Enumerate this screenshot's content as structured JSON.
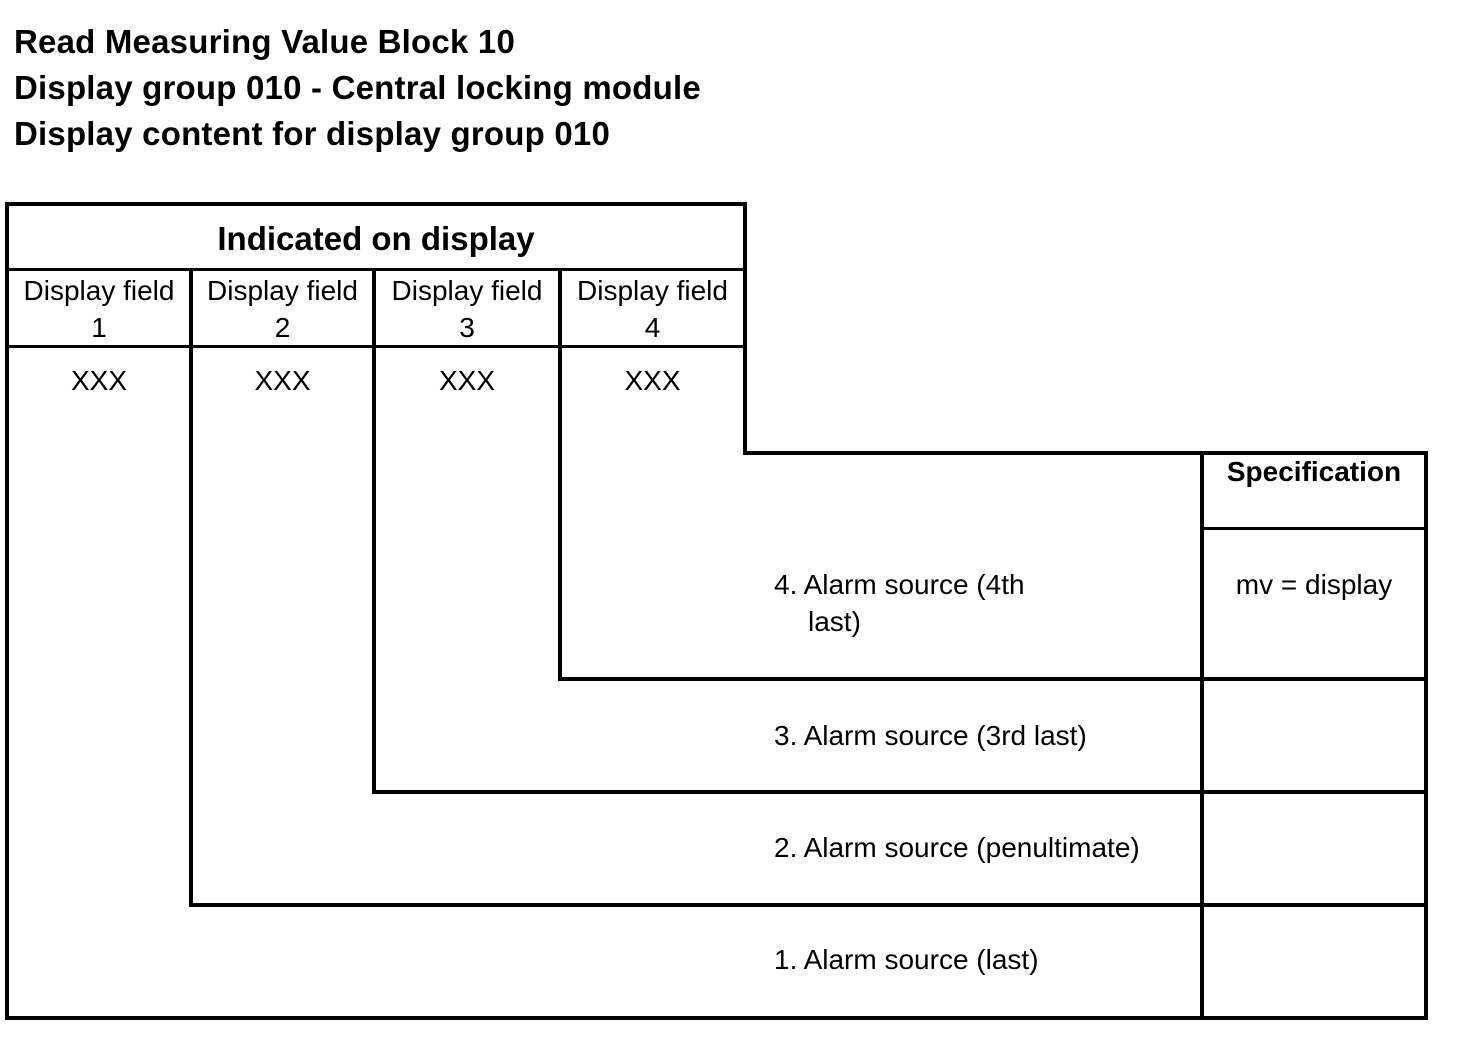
{
  "header": {
    "line1": "Read Measuring Value Block 10",
    "line2": "Display group 010 - Central locking module",
    "line3": "Display content for display group 010"
  },
  "table": {
    "caption": "Indicated on display",
    "fields": [
      {
        "label": "Display field",
        "number": "1",
        "value": "XXX"
      },
      {
        "label": "Display field",
        "number": "2",
        "value": "XXX"
      },
      {
        "label": "Display field",
        "number": "3",
        "value": "XXX"
      },
      {
        "label": "Display field",
        "number": "4",
        "value": "XXX"
      }
    ],
    "specification_header": "Specification",
    "rows": [
      {
        "label_line1": "4. Alarm source (4th",
        "label_line2": "last)",
        "specification": "mv = display"
      },
      {
        "label": "3. Alarm source (3rd last)",
        "specification": ""
      },
      {
        "label": "2. Alarm source (penultimate)",
        "specification": ""
      },
      {
        "label": "1. Alarm source (last)",
        "specification": ""
      }
    ]
  }
}
